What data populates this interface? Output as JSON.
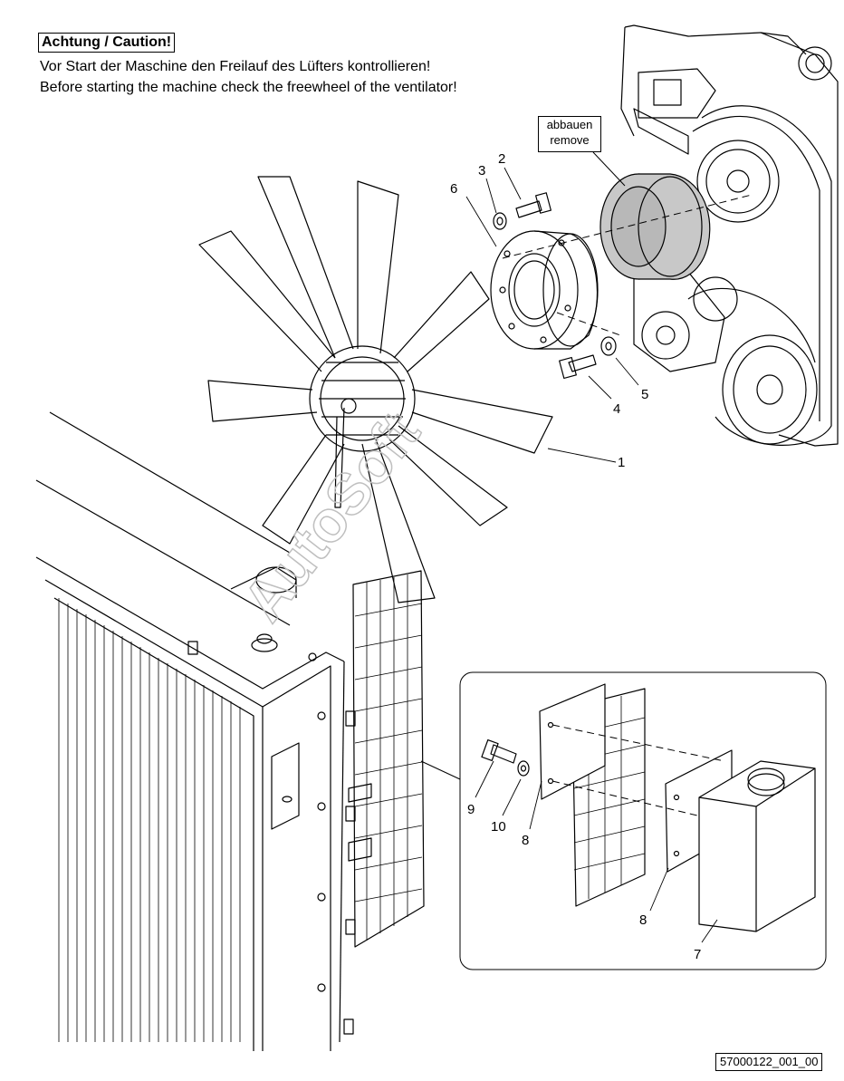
{
  "caution": {
    "title": "Achtung / Caution!",
    "line_de": "Vor Start der Maschine den Freilauf des Lüfters kontrollieren!",
    "line_en": "Before starting the machine check the freewheel of the ventilator!"
  },
  "remove_label": {
    "de": "abbauen",
    "en": "remove"
  },
  "callouts": [
    "1",
    "2",
    "3",
    "4",
    "5",
    "6",
    "7",
    "8",
    "8",
    "9",
    "10"
  ],
  "watermark": "AutoSoft",
  "figure_id": "57000122_001_00"
}
